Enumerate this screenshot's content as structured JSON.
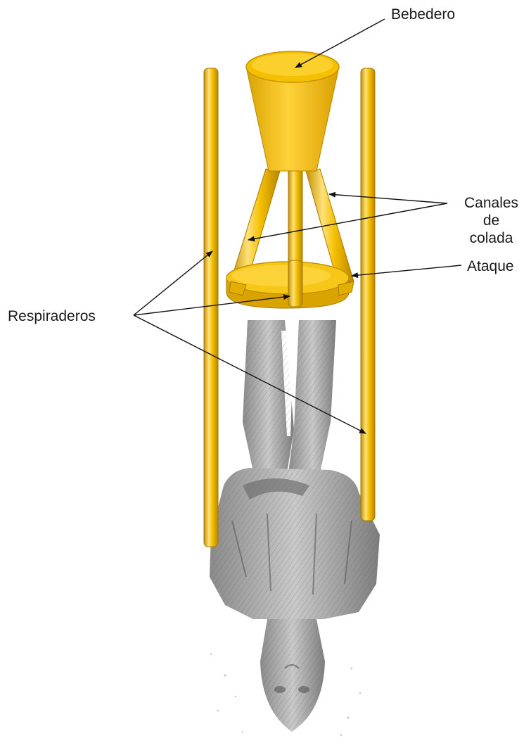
{
  "labels": {
    "bebedero": "Bebedero",
    "canales_line1": "Canales",
    "canales_line2": "de",
    "canales_line3": "colada",
    "ataque": "Ataque",
    "respiraderos": "Respiraderos"
  },
  "colors": {
    "gold": "#F5C000",
    "gold_light": "#FFE066",
    "gold_dark": "#C79200",
    "figure_gray": "#9a9a9a",
    "arrow": "#111111"
  }
}
